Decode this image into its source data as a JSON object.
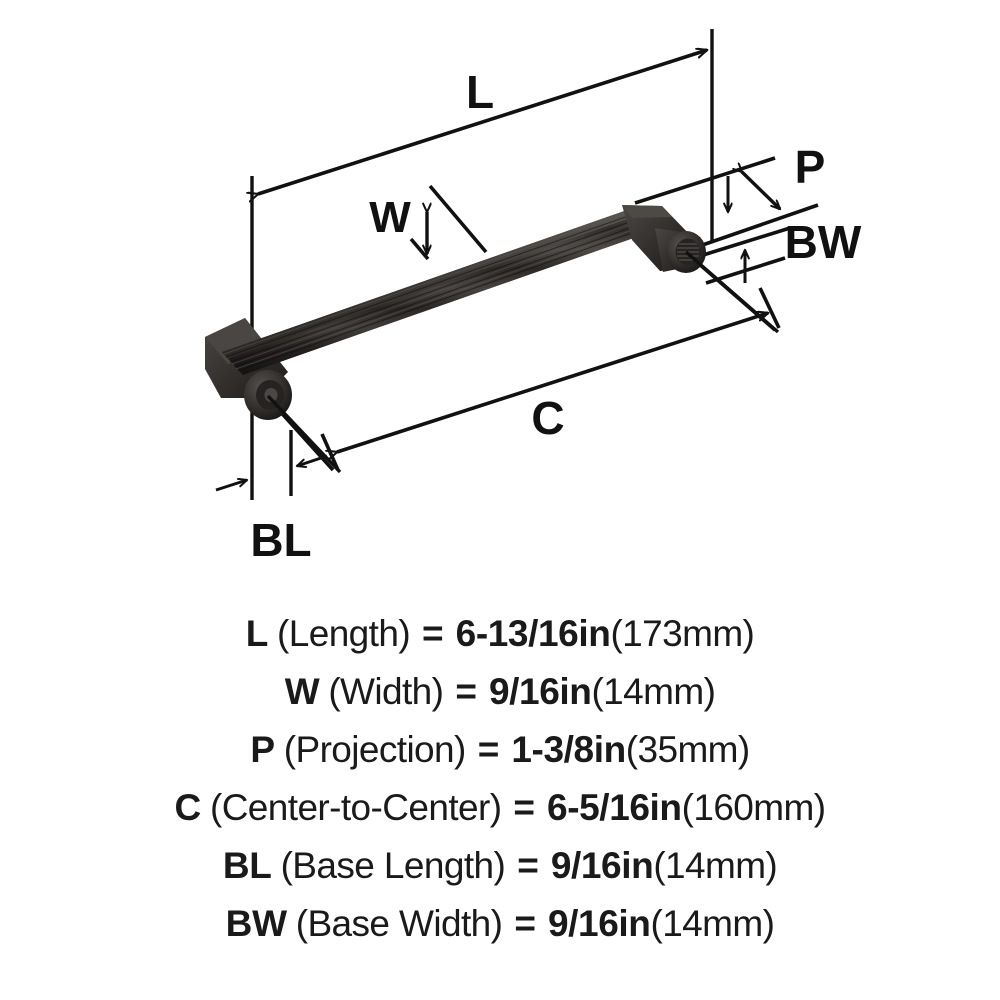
{
  "diagram": {
    "title": "cabinet-pull-dimension-diagram",
    "product": "appliance pull handle",
    "finish_color": "#2f2d2b",
    "line_color": "#111111",
    "background": "#ffffff",
    "callouts": [
      {
        "key": "L",
        "label": "L",
        "name": "length-callout"
      },
      {
        "key": "W",
        "label": "W",
        "name": "width-callout"
      },
      {
        "key": "P",
        "label": "P",
        "name": "projection-callout"
      },
      {
        "key": "C",
        "label": "C",
        "name": "center-to-center-callout"
      },
      {
        "key": "BL",
        "label": "BL",
        "name": "base-length-callout"
      },
      {
        "key": "BW",
        "label": "BW",
        "name": "base-width-callout"
      }
    ]
  },
  "specs": [
    {
      "symbol": "L",
      "name": "(Length)",
      "equals": "=",
      "imperial": "6-13/16in",
      "metric": "(173mm)"
    },
    {
      "symbol": "W",
      "name": "(Width)",
      "equals": "=",
      "imperial": "9/16in",
      "metric": "(14mm)"
    },
    {
      "symbol": "P",
      "name": "(Projection)",
      "equals": "=",
      "imperial": "1-3/8in",
      "metric": "(35mm)"
    },
    {
      "symbol": "C",
      "name": "(Center-to-Center)",
      "equals": "=",
      "imperial": "6-5/16in",
      "metric": "(160mm)"
    },
    {
      "symbol": "BL",
      "name": "(Base Length)",
      "equals": "=",
      "imperial": "9/16in",
      "metric": "(14mm)"
    },
    {
      "symbol": "BW",
      "name": "(Base Width)",
      "equals": "=",
      "imperial": "9/16in",
      "metric": "(14mm)"
    }
  ]
}
